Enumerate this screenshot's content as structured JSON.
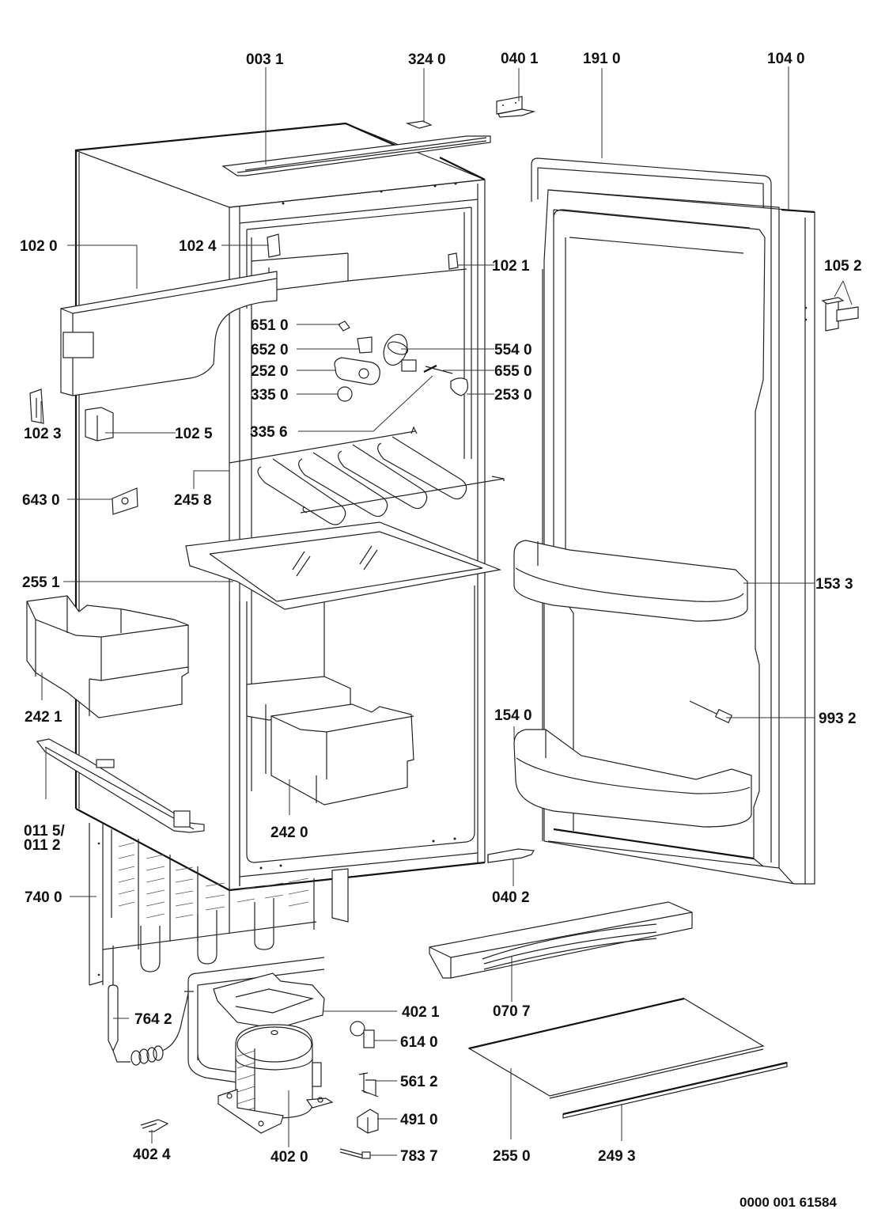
{
  "diagram": {
    "type": "exploded-parts-view",
    "subject": "built-in refrigerator",
    "document_id": "0000 001 61584",
    "callouts": {
      "p0031": "003 1",
      "p3240": "324 0",
      "p0401": "040 1",
      "p1910": "191 0",
      "p1040": "104 0",
      "p1020": "102 0",
      "p1024": "102 4",
      "p1021": "102 1",
      "p1052": "105 2",
      "p6510": "651 0",
      "p6520": "652 0",
      "p5540": "554 0",
      "p2520": "252 0",
      "p6550": "655 0",
      "p3350": "335 0",
      "p2530": "253 0",
      "p1023": "102 3",
      "p1025": "102 5",
      "p3356": "335 6",
      "p6430": "643 0",
      "p2458": "245 8",
      "p2551": "255 1",
      "p1533": "153 3",
      "p2421": "242 1",
      "p1540": "154 0",
      "p9932": "993 2",
      "p0115a": "011 5/",
      "p0115b": "011 2",
      "p2420": "242 0",
      "p7400": "740 0",
      "p0402": "040 2",
      "p0707": "070 7",
      "p7642": "764 2",
      "p4021": "402 1",
      "p6140": "614 0",
      "p5612": "561 2",
      "p4910": "491 0",
      "p4024": "402 4",
      "p4020": "402 0",
      "p7837": "783 7",
      "p2550": "255 0",
      "p2493": "249 3"
    }
  }
}
